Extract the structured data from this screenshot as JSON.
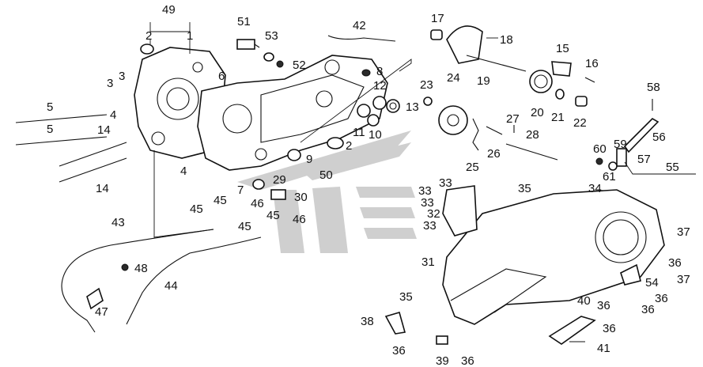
{
  "diagram": {
    "callouts": {
      "c49": "49",
      "c1": "1",
      "c2a": "2",
      "c2b": "2",
      "c3a": "3",
      "c3b": "3",
      "c4a": "4",
      "c4b": "4",
      "c5a": "5",
      "c5b": "5",
      "c6": "6",
      "c7": "7",
      "c8": "8",
      "c9": "9",
      "c10": "10",
      "c11": "11",
      "c12": "12",
      "c13": "13",
      "c14a": "14",
      "c14b": "14",
      "c15": "15",
      "c16": "16",
      "c17": "17",
      "c18": "18",
      "c19": "19",
      "c20": "20",
      "c21": "21",
      "c22": "22",
      "c23": "23",
      "c24": "24",
      "c25": "25",
      "c26": "26",
      "c27": "27",
      "c28": "28",
      "c29": "29",
      "c30": "30",
      "c31": "31",
      "c32": "32",
      "c33a": "33",
      "c33b": "33",
      "c33c": "33",
      "c33d": "33",
      "c34": "34",
      "c35a": "35",
      "c35b": "35",
      "c36a": "36",
      "c36b": "36",
      "c36c": "36",
      "c36d": "36",
      "c36e": "36",
      "c36f": "36",
      "c36g": "36",
      "c37a": "37",
      "c37b": "37",
      "c38": "38",
      "c39": "39",
      "c40": "40",
      "c41": "41",
      "c42": "42",
      "c43": "43",
      "c44": "44",
      "c45a": "45",
      "c45b": "45",
      "c45c": "45",
      "c45d": "45",
      "c46a": "46",
      "c46b": "46",
      "c47": "47",
      "c48": "48",
      "c50": "50",
      "c51": "51",
      "c52": "52",
      "c53": "53",
      "c54": "54",
      "c55": "55",
      "c56": "56",
      "c57": "57",
      "c58": "58",
      "c59": "59",
      "c60": "60",
      "c61": "61"
    },
    "colors": {
      "line": "#111111",
      "watermark": "#cfcfcf",
      "background": "#ffffff"
    }
  }
}
